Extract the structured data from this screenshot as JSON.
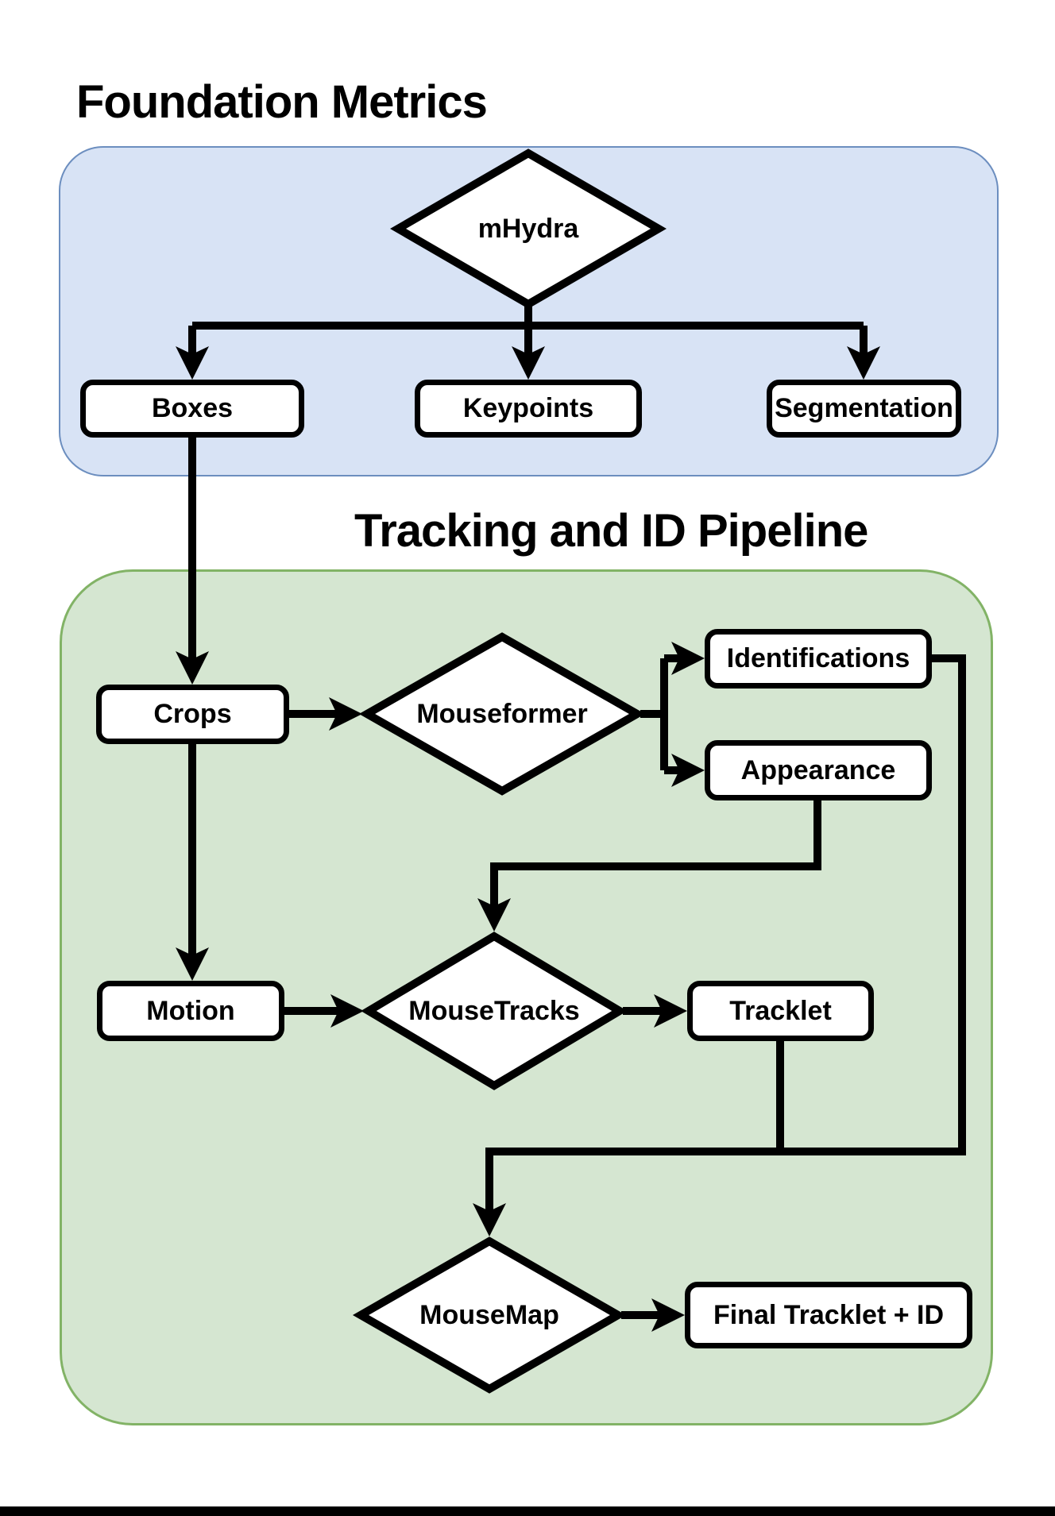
{
  "titles": {
    "foundation": "Foundation Metrics",
    "tracking": "Tracking and ID Pipeline"
  },
  "nodes": {
    "mhydra": "mHydra",
    "boxes": "Boxes",
    "keypoints": "Keypoints",
    "segmentation": "Segmentation",
    "crops": "Crops",
    "mouseformer": "Mouseformer",
    "identifications": "Identifications",
    "appearance": "Appearance",
    "motion": "Motion",
    "mousetracks": "MouseTracks",
    "tracklet": "Tracklet",
    "mousemap": "MouseMap",
    "final_tracklet": "Final Tracklet + ID"
  },
  "edges": [
    {
      "from": "mHydra",
      "to": "Boxes"
    },
    {
      "from": "mHydra",
      "to": "Keypoints"
    },
    {
      "from": "mHydra",
      "to": "Segmentation"
    },
    {
      "from": "Boxes",
      "to": "Crops"
    },
    {
      "from": "Crops",
      "to": "Mouseformer"
    },
    {
      "from": "Mouseformer",
      "to": "Identifications"
    },
    {
      "from": "Mouseformer",
      "to": "Appearance"
    },
    {
      "from": "Crops",
      "to": "Motion"
    },
    {
      "from": "Appearance",
      "to": "MouseTracks"
    },
    {
      "from": "Motion",
      "to": "MouseTracks"
    },
    {
      "from": "MouseTracks",
      "to": "Tracklet"
    },
    {
      "from": "Tracklet",
      "to": "MouseMap"
    },
    {
      "from": "Identifications",
      "to": "MouseMap"
    },
    {
      "from": "MouseMap",
      "to": "Final Tracklet + ID"
    }
  ],
  "colors": {
    "foundation_panel_fill": "#d8e3f5",
    "foundation_panel_border": "#6c8ebf",
    "tracking_panel_fill": "#d5e6d1",
    "tracking_panel_border": "#82b366",
    "node_fill": "#ffffff",
    "line": "#000000"
  }
}
